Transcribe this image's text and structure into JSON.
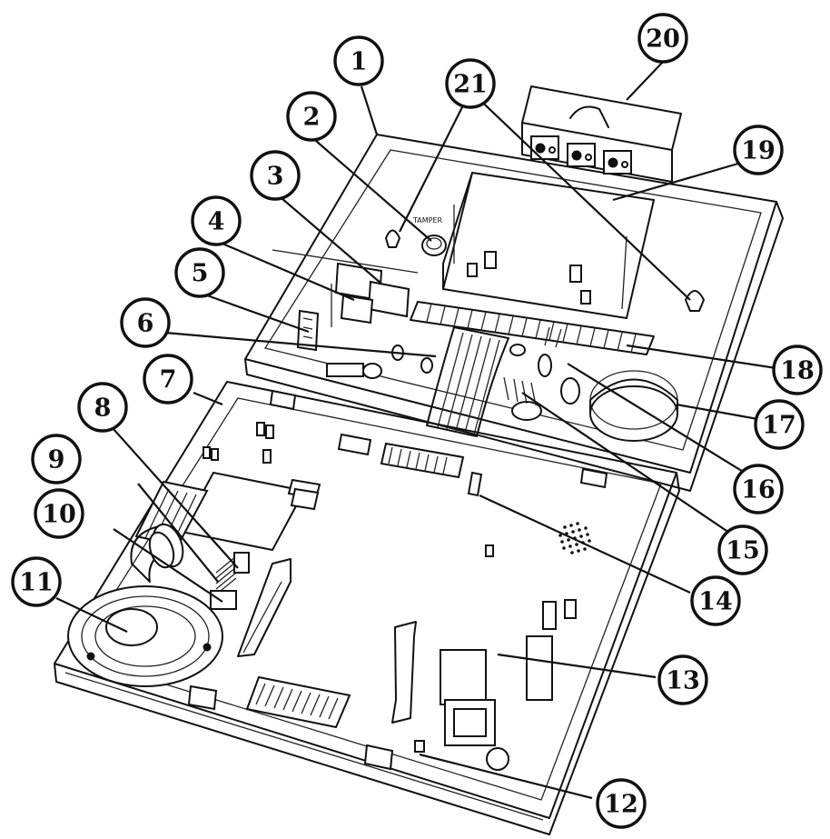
{
  "diagram": {
    "pcb_label": "TAMPER",
    "callouts": [
      {
        "label": "1"
      },
      {
        "label": "2"
      },
      {
        "label": "3"
      },
      {
        "label": "4"
      },
      {
        "label": "5"
      },
      {
        "label": "6"
      },
      {
        "label": "7"
      },
      {
        "label": "8"
      },
      {
        "label": "9"
      },
      {
        "label": "10"
      },
      {
        "label": "11"
      },
      {
        "label": "12"
      },
      {
        "label": "13"
      },
      {
        "label": "14"
      },
      {
        "label": "15"
      },
      {
        "label": "16"
      },
      {
        "label": "17"
      },
      {
        "label": "18"
      },
      {
        "label": "19"
      },
      {
        "label": "20"
      },
      {
        "label": "21"
      }
    ]
  }
}
